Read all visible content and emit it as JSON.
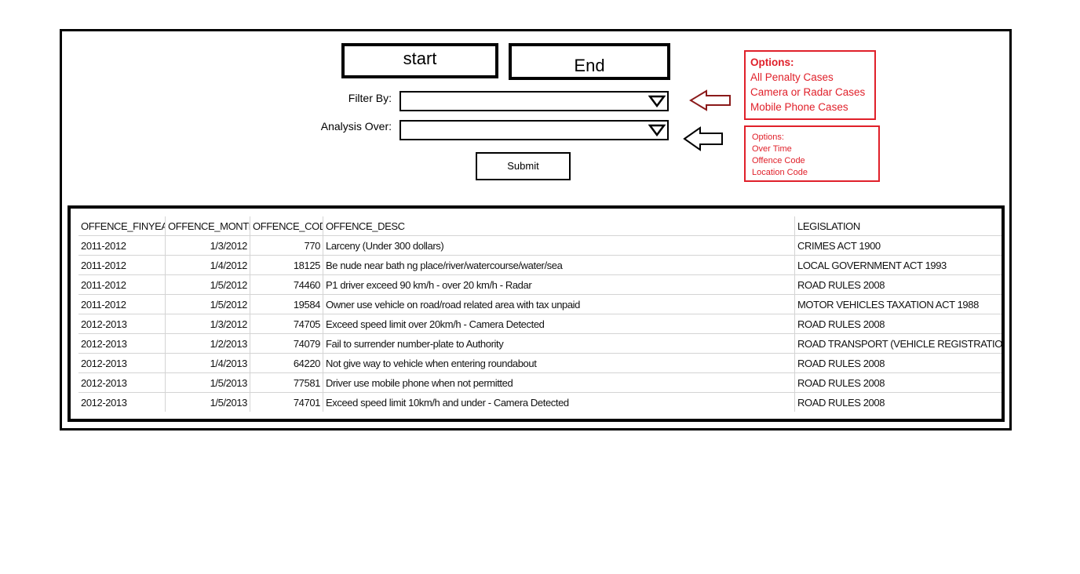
{
  "date_range": {
    "start_label": "start",
    "end_label": "End"
  },
  "filters": {
    "filter_by_label": "Filter By:",
    "filter_by_value": "",
    "analysis_over_label": "Analysis Over:",
    "analysis_over_value": ""
  },
  "submit_label": "Submit",
  "filter_options_note": {
    "title": "Options:",
    "items": [
      "All Penalty Cases",
      "Camera or Radar Cases",
      "Mobile Phone Cases"
    ]
  },
  "analysis_options_note": {
    "title": "Options:",
    "items": [
      "Over Time",
      "Offence Code",
      "Location Code"
    ]
  },
  "colors": {
    "note_red": "#e0202a",
    "filter_arrow": "#8b1a1a",
    "analysis_arrow": "#000000"
  },
  "table": {
    "columns": [
      "OFFENCE_FINYEAR",
      "OFFENCE_MONTH",
      "OFFENCE_CODE",
      "OFFENCE_DESC",
      "LEGISLATION"
    ],
    "rows": [
      [
        "2011-2012",
        "1/3/2012",
        "770",
        "Larceny (Under 300 dollars)",
        "CRIMES ACT 1900"
      ],
      [
        "2011-2012",
        "1/4/2012",
        "18125",
        "Be nude near bath ng place/river/watercourse/water/sea",
        "LOCAL GOVERNMENT ACT 1993"
      ],
      [
        "2011-2012",
        "1/5/2012",
        "74460",
        "P1 driver exceed 90 km/h - over 20 km/h - Radar",
        "ROAD RULES 2008"
      ],
      [
        "2011-2012",
        "1/5/2012",
        "19584",
        "Owner use vehicle on road/road related area with tax unpaid",
        "MOTOR VEHICLES TAXATION ACT 1988"
      ],
      [
        "2012-2013",
        "1/3/2012",
        "74705",
        "Exceed speed limit over 20km/h - Camera Detected",
        "ROAD RULES 2008"
      ],
      [
        "2012-2013",
        "1/2/2013",
        "74079",
        "Fail to surrender number-plate to Authority",
        "ROAD TRANSPORT (VEHICLE REGISTRATION) REG"
      ],
      [
        "2012-2013",
        "1/4/2013",
        "64220",
        "Not give way to vehicle when entering roundabout",
        "ROAD RULES 2008"
      ],
      [
        "2012-2013",
        "1/5/2013",
        "77581",
        "Driver use mobile phone when not permitted",
        "ROAD RULES 2008"
      ],
      [
        "2012-2013",
        "1/5/2013",
        "74701",
        "Exceed speed limit 10km/h and under - Camera Detected",
        "ROAD RULES 2008"
      ]
    ]
  }
}
